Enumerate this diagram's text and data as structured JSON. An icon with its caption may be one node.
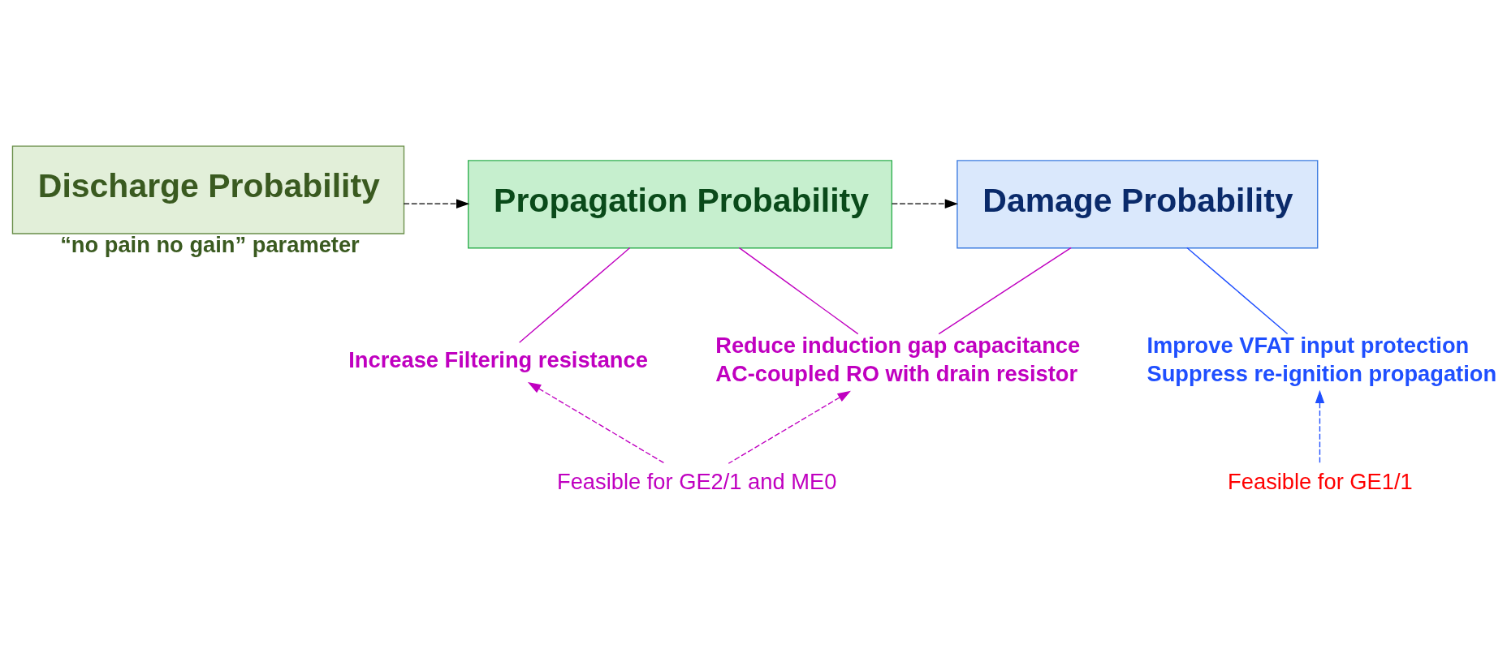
{
  "diagram": {
    "nodes": [
      {
        "text": [
          "Discharge Probability"
        ],
        "beside": [
          "“no pain no gain” parameter"
        ]
      },
      {
        "text": [
          "Propagation Probability"
        ]
      },
      {
        "text": [
          "Damage Probability"
        ]
      },
      {
        "text": [
          "Increase Filtering resistance"
        ]
      },
      {
        "text": [
          "Reduce induction gap capacitance",
          "AC-coupled RO with drain resistor"
        ]
      },
      {
        "text": [
          "Improve VFAT input protection",
          "Suppress re-ignition propagation"
        ]
      },
      {
        "text": [
          "Feasible for GE2/1 and ME0"
        ]
      },
      {
        "text": [
          "Feasible for GE1/1"
        ]
      }
    ],
    "edges": [
      {
        "from": 0,
        "to": 1,
        "arrow": "to",
        "style": "dashed",
        "color": "#000000"
      },
      {
        "from": 1,
        "to": 2,
        "arrow": "to",
        "style": "dashed",
        "color": "#000000"
      },
      {
        "from": 1,
        "to": 3,
        "arrow": "none",
        "color": "#c000c0"
      },
      {
        "from": 1,
        "to": 4,
        "arrow": "none",
        "color": "#c000c0"
      },
      {
        "from": 2,
        "to": 4,
        "arrow": "none",
        "color": "#c000c0"
      },
      {
        "from": 2,
        "to": 5,
        "arrow": "none",
        "color": "#1f4fff"
      },
      {
        "from": 6,
        "to": 3,
        "arrow": "to",
        "style": "dashed",
        "color": "#c000c0"
      },
      {
        "from": 6,
        "to": 4,
        "arrow": "to",
        "style": "dashed",
        "color": "#c000c0"
      },
      {
        "from": 7,
        "to": 5,
        "arrow": "to",
        "style": "dashed",
        "color": "#1f4fff"
      }
    ]
  }
}
